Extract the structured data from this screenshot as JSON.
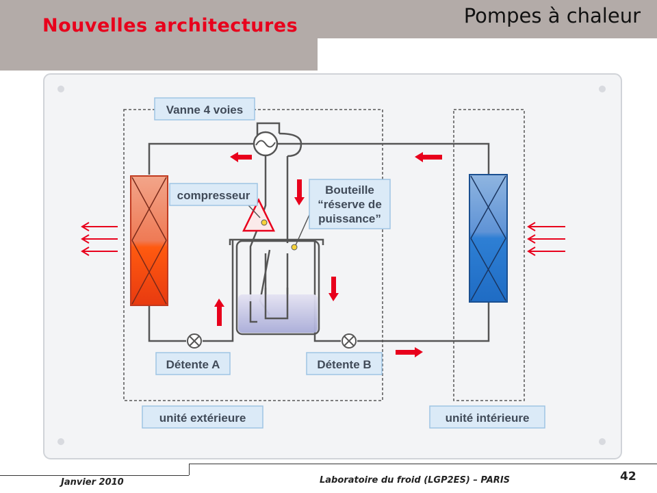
{
  "header": {
    "title": "Nouvelles architectures",
    "category": "Pompes à chaleur"
  },
  "diagram": {
    "labels": {
      "valve": "Vanne 4 voies",
      "compressor": "compresseur",
      "bottle_line1": "Bouteille",
      "bottle_line2": "“réserve de",
      "bottle_line3": "puissance”",
      "expansion_a": "Détente A",
      "expansion_b": "Détente B",
      "outdoor_unit": "unité extérieure",
      "indoor_unit": "unité intérieure"
    },
    "colors": {
      "hot_exchanger": "#e8401a",
      "cold_exchanger": "#2e7fd4",
      "arrow": "#e8001c",
      "pipe": "#555555",
      "label_bg": "#dbeaf7",
      "label_border": "#9ec4e4"
    }
  },
  "footer": {
    "date": "Janvier 2010",
    "lab": "Laboratoire du froid (LGP2ES) – PARIS",
    "page": "42"
  }
}
